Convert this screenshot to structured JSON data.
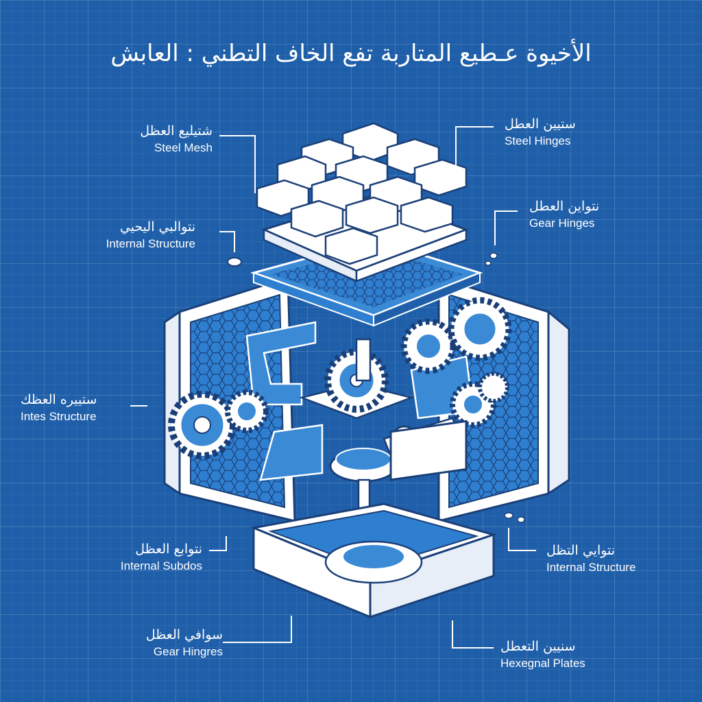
{
  "title": "الأخيوة عـطيع المتاربة تفع الخاف التطني : العابش",
  "callouts": [
    {
      "ar": "شتيليع العظل",
      "en": "Steel Mesh"
    },
    {
      "ar": "ستيين العطل",
      "en": "Steel Hinges"
    },
    {
      "ar": "نتوالبي اليحيي",
      "en": "Internal Structure"
    },
    {
      "ar": "نتواين العطل",
      "en": "Gear Hinges"
    },
    {
      "ar": "ستييره العظك",
      "en": "Intes Structure"
    },
    {
      "ar": "نتوابع العظل",
      "en": "Internal Subdos"
    },
    {
      "ar": "نتوايي التظل",
      "en": "Internal Structure"
    },
    {
      "ar": "سوافي العظل",
      "en": "Gear Hingres"
    },
    {
      "ar": "سنيين التعطل",
      "en": "Hexegnal Plates"
    }
  ],
  "colors": {
    "background": "#1f5fa9",
    "line": "#ffffff",
    "accent": "#2f7fd0",
    "ink": "#1a3f78"
  }
}
